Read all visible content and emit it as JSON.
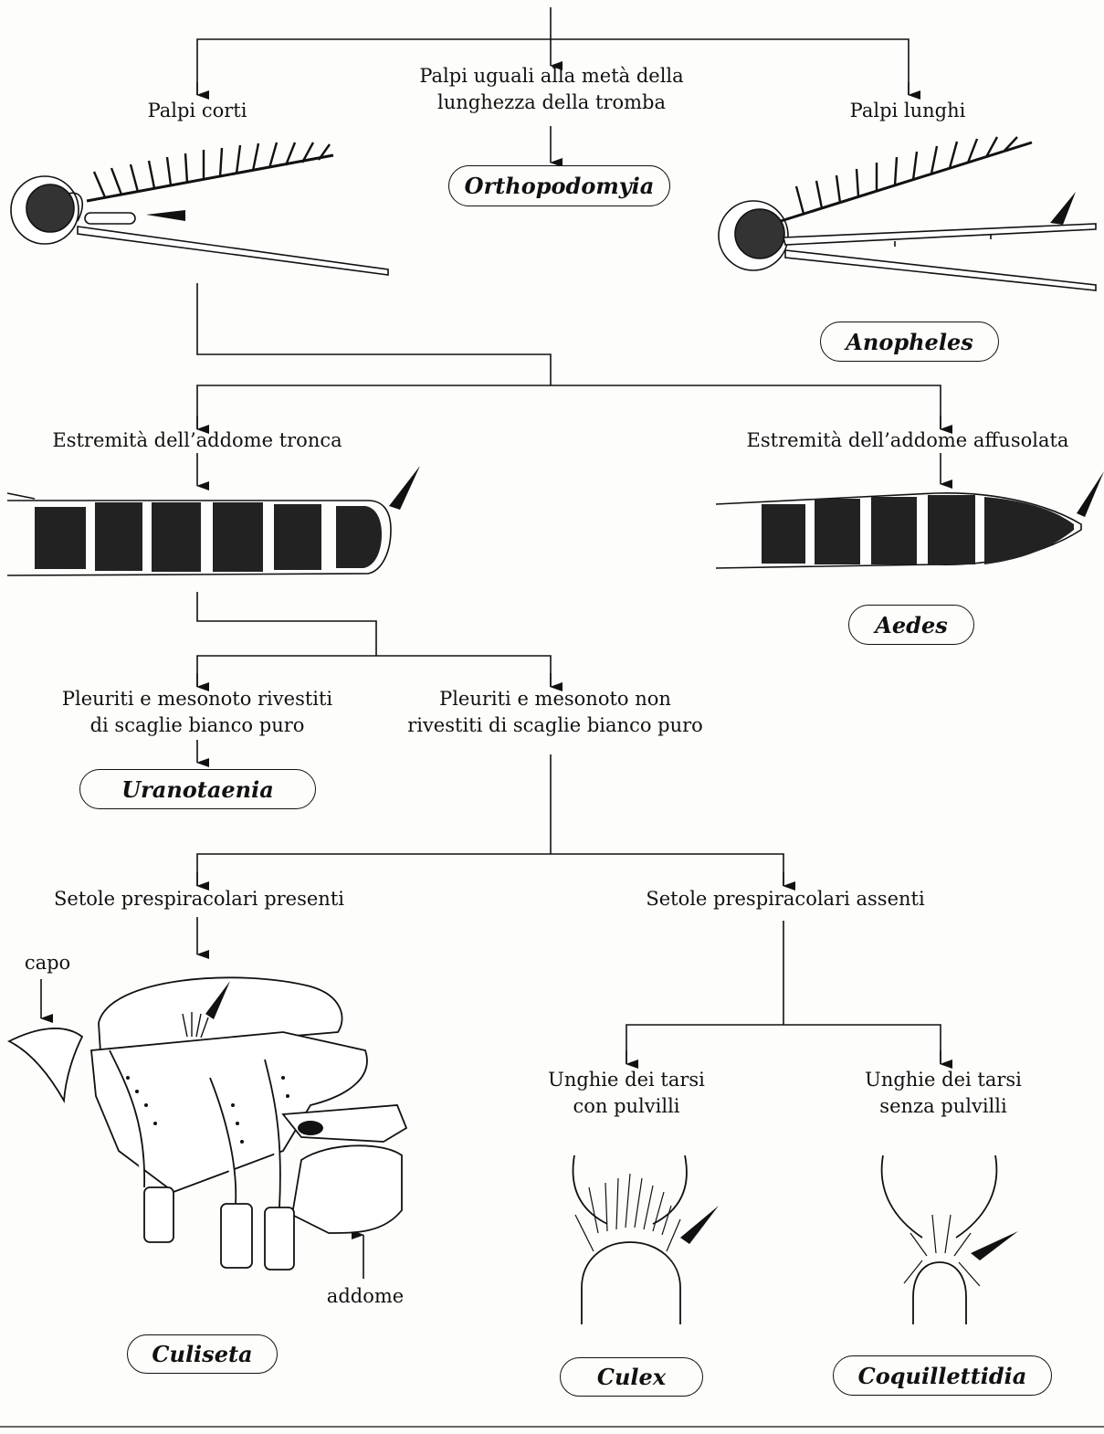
{
  "root": {
    "left": "Palpi corti",
    "middle_line1": "Palpi uguali alla metà della",
    "middle_line2": "lunghezza della tromba",
    "right": "Palpi lunghi"
  },
  "taxa": {
    "orthopodomyia": "Orthopodomyia",
    "anopheles": "Anopheles",
    "aedes": "Aedes",
    "uranotaenia": "Uranotaenia",
    "culiseta": "Culiseta",
    "culex": "Culex",
    "coquillettidia": "Coquillettidia"
  },
  "abdomen": {
    "left": "Estremità dell’addome tronca",
    "right": "Estremità dell’addome affusolata"
  },
  "pleurites": {
    "left_line1": "Pleuriti e mesonoto rivestiti",
    "left_line2": "di scaglie bianco puro",
    "right_line1": "Pleuriti e mesonoto non",
    "right_line2": "rivestiti di scaglie bianco puro"
  },
  "setae": {
    "left": "Setole prespiracolari presenti",
    "right": "Setole prespiracolari assenti"
  },
  "claws": {
    "left_line1": "Unghie dei tarsi",
    "left_line2": "con pulvilli",
    "right_line1": "Unghie dei tarsi",
    "right_line2": "senza pulvilli"
  },
  "labels": {
    "head": "capo",
    "abdomen": "addome"
  },
  "colors": {
    "ink": "#111111",
    "paper": "#fdfdfb"
  }
}
